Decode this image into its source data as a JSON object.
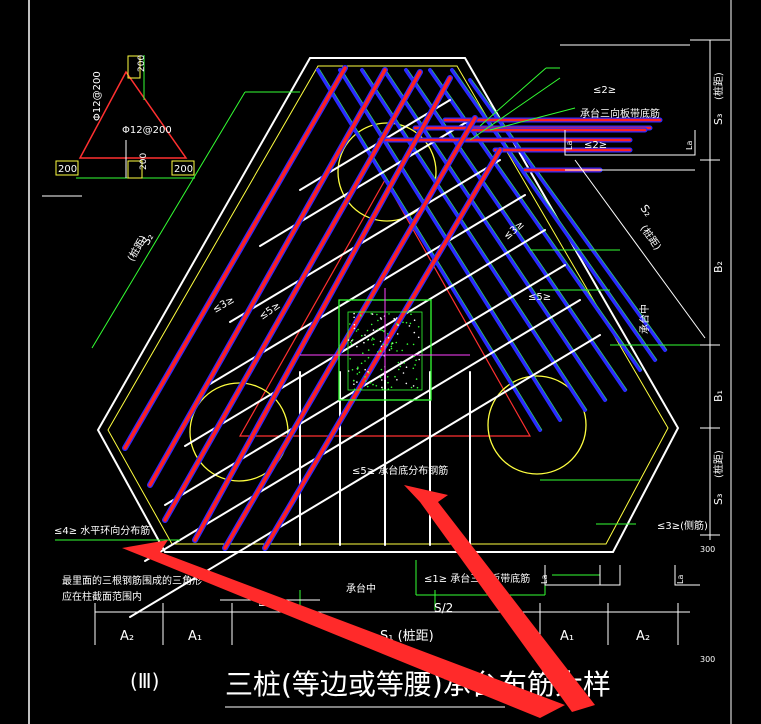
{
  "title": {
    "number": "(Ⅲ)",
    "text": "三桩(等边或等腰)承台布筋大样"
  },
  "inset": {
    "rebar_left": "Φ12@200",
    "rebar_bottom": "Φ12@200",
    "dims_bottom": [
      "200",
      "200",
      "200"
    ],
    "dim_top": "200"
  },
  "labels": {
    "l2_top": "≤2≥",
    "l2_desc": "承台三向板带底筋",
    "l2_box": "≤2≥",
    "l5_a": "≤5≥",
    "l5_b": "≤5≥",
    "l5_desc": "≤5≥ 承台底分布钢筋",
    "l3_mid": "≤3≥",
    "l3_edge": "≤3≥(侧筋)",
    "l4_desc": "≤4≥ 水平环向分布筋",
    "l1_desc": "≤1≥ 承台三向板带底筋",
    "note_line1": "最里面的三根钢筋围成的三角形",
    "note_line2": "应在柱截面范围内",
    "center_mark_right": "承台中",
    "center_mark_bottom": "承台中",
    "s2_dim": "S₂",
    "s2_note": "(桩距)",
    "s2_right": "S₂",
    "s2_right_note": "(桩距)",
    "s3_top": "S₃",
    "s3_top_note": "(桩距)",
    "s3_bottom": "S₃",
    "s3_bottom_note": "(桩距)",
    "b2": "B₂",
    "b1": "B₁",
    "half_s": "S/2",
    "la_1": "La",
    "la_2": "La",
    "la_3": "La",
    "la_4": "La",
    "dim_300_a": "300",
    "dim_300_b": "300",
    "dim_top_left": "≥80"
  },
  "bottom_dims": {
    "a2_left": "A₂",
    "a1_left": "A₁",
    "s1": "S₁ (桩距)",
    "a1_right": "A₁",
    "a2_right": "A₂"
  },
  "colors": {
    "red": "#ff2020",
    "blue": "#2a2aff",
    "green": "#33ff33",
    "yellow": "#ffff40",
    "white": "#ffffff",
    "arrow": "#ff2a2a"
  }
}
